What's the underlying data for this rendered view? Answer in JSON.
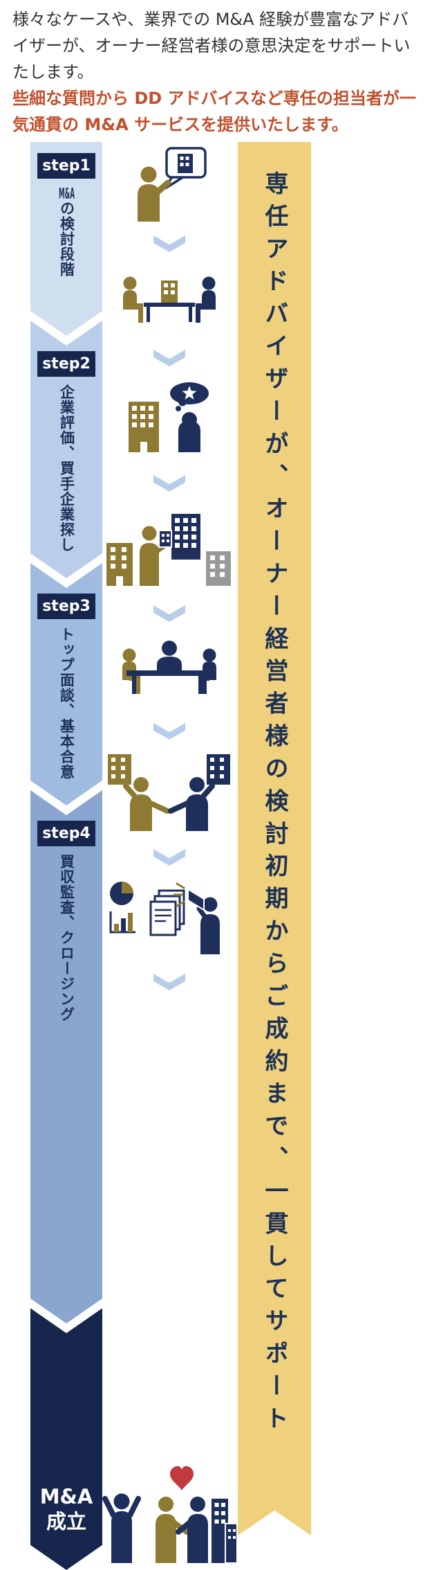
{
  "intro": {
    "paragraph": "様々なケースや、業界での M&A 経験が豊富なアドバイザーが、オーナー経営者様の意思決定をサポートいたします。",
    "highlight": "些細な質問から DD アドバイスなど専任の担当者が一気通貫の M&A サービスを提供いたします。"
  },
  "steps": [
    {
      "badge": "step1",
      "tcy": "M&A",
      "label": "の検討段階"
    },
    {
      "badge": "step2",
      "tcy": "",
      "label": "企業評価、買手企業探し"
    },
    {
      "badge": "step3",
      "tcy": "",
      "label": "トップ面談、基本合意"
    },
    {
      "badge": "step4",
      "tcy": "",
      "label": "買収監査、クロージング"
    }
  ],
  "final_step": {
    "line1": "M&A",
    "line2": "成立"
  },
  "side_banner": {
    "text": "専任アドバイザーが、オーナー経営者様の検討初期からご成約まで、一貫してサポート"
  },
  "illustrations": [
    "consultation-illustration",
    "first-meeting-illustration",
    "company-valuation-illustration",
    "buyer-search-illustration",
    "top-meeting-illustration",
    "basic-agreement-illustration",
    "due-diligence-illustration",
    "ma-completion-illustration"
  ],
  "flow_icon": "chevron-down-icon",
  "colors": {
    "step1": "#cfdff0",
    "step2": "#b9cee9",
    "step3": "#9fbbdf",
    "step4": "#8aa6d0",
    "final_navy": "#16264d",
    "badge_navy": "#16264d",
    "banner_gold": "#efd07c",
    "highlight_text": "#c2502d",
    "figure_gold": "#8e7a32",
    "figure_navy": "#1e2f5c",
    "figure_gray": "#98999b",
    "flow_chevron_blue": "#b7cde9",
    "heart_red": "#c13a40"
  }
}
